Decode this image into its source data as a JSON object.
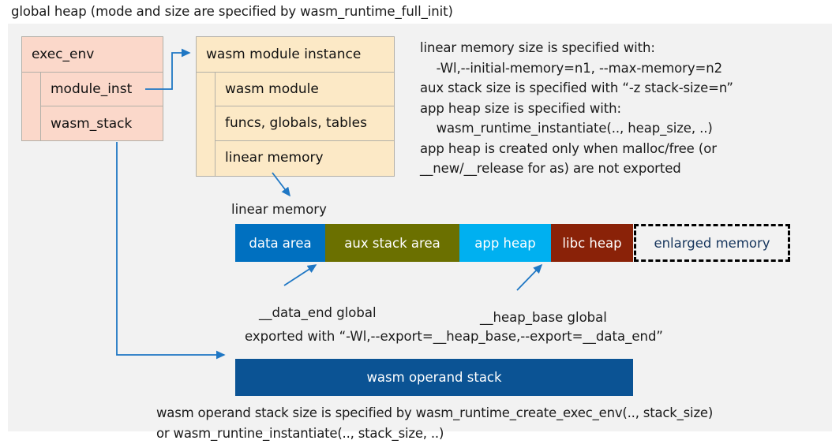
{
  "title": "global heap (mode and size are specified by wasm_runtime_full_init)",
  "exec_env": {
    "header": "exec_env",
    "rows": [
      "module_inst",
      "wasm_stack"
    ]
  },
  "module_instance": {
    "header": "wasm module instance",
    "rows": [
      "wasm module",
      "funcs, globals, tables",
      "linear memory"
    ]
  },
  "runtime_notes": "linear memory size is specified with:\n    -Wl,--initial-memory=n1, --max-memory=n2\naux stack size is specified with “-z stack-size=n”\napp heap size is specified with:\n    wasm_runtime_instantiate(.., heap_size, ..)\napp heap is created only when malloc/free (or\n__new/__release for as) are not exported",
  "linear_memory": {
    "caption": "linear memory",
    "segments": [
      {
        "label": "data area",
        "color": "#0070c0",
        "width": 114
      },
      {
        "label": "aux stack area",
        "color": "#6b7000",
        "width": 170
      },
      {
        "label": "app heap",
        "color": "#00b0f0",
        "width": 116
      },
      {
        "label": "libc heap",
        "color": "#8a2208",
        "width": 104
      },
      {
        "label": "enlarged memory",
        "color": "#f2f2f2",
        "width": 198
      }
    ]
  },
  "globals": {
    "data_end": "__data_end global",
    "heap_base": "__heap_base global",
    "export_note": "exported with “-Wl,--export=__heap_base,--export=__data_end”"
  },
  "operand_stack": {
    "label": "wasm operand stack",
    "note": "wasm operand stack size is specified by wasm_runtime_create_exec_env(.., stack_size)\nor wasm_runtine_instantiate(.., stack_size, ..)"
  },
  "colors": {
    "panel_background": "#f2f2f2",
    "exec_env_fill": "#fbd8ca",
    "module_instance_fill": "#fce9c6",
    "connector": "#1f77c4",
    "operand_stack_fill": "#0b5394",
    "enlarged_memory_text": "#17365d"
  }
}
